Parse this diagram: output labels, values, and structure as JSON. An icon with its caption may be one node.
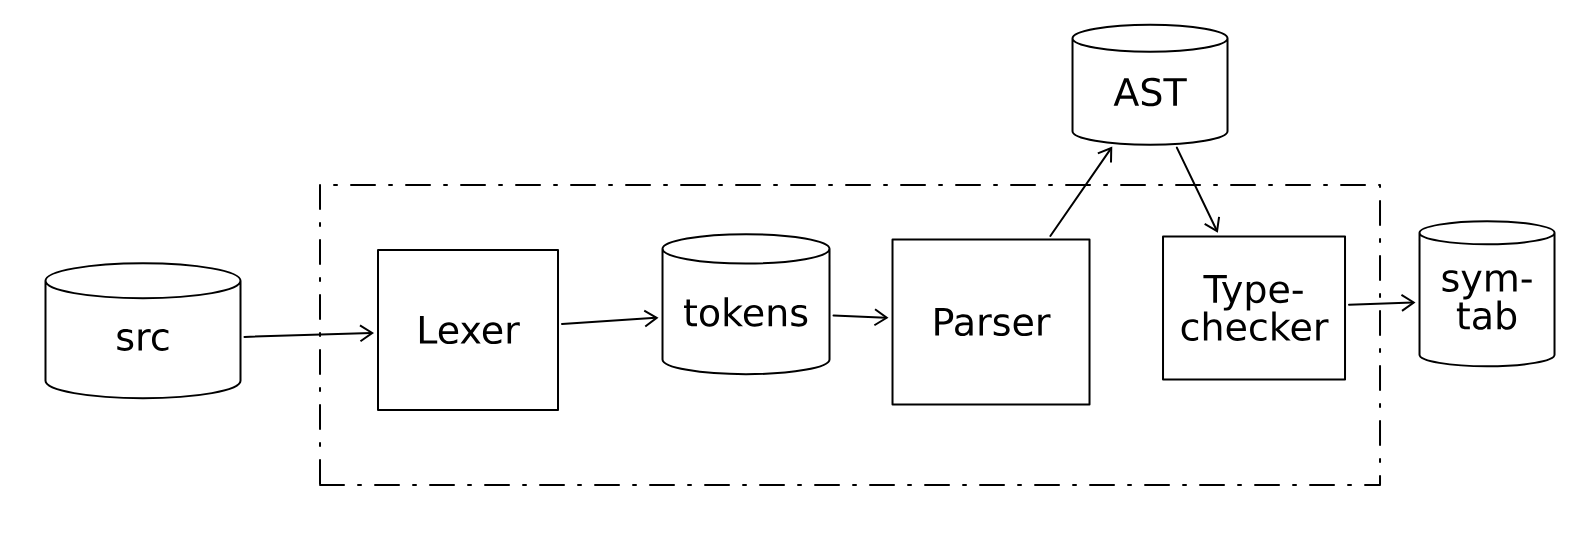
{
  "diagram": {
    "nodes": [
      {
        "text": [
          "src"
        ]
      },
      {
        "text": [],
        "shape": "box"
      },
      {
        "text": [
          "Lexer"
        ],
        "in": 1
      },
      {
        "text": [
          "tokens"
        ],
        "in": 1
      },
      {
        "text": [
          "Parser"
        ],
        "in": 1
      },
      {
        "text": [
          "AST"
        ]
      },
      {
        "text": [
          "Type- checker"
        ],
        "in": 1
      },
      {
        "text": [
          "sym- tab"
        ]
      }
    ],
    "edges": [
      {
        "from": 0,
        "to": 2,
        "arrow": "to"
      },
      {
        "from": 2,
        "to": 3,
        "arrow": "to"
      },
      {
        "from": 3,
        "to": 4,
        "arrow": "to"
      },
      {
        "from": 4,
        "to": 5,
        "arrow": "to"
      },
      {
        "from": 5,
        "to": 6,
        "arrow": "to"
      },
      {
        "from": 6,
        "to": 7,
        "arrow": "to"
      }
    ]
  }
}
